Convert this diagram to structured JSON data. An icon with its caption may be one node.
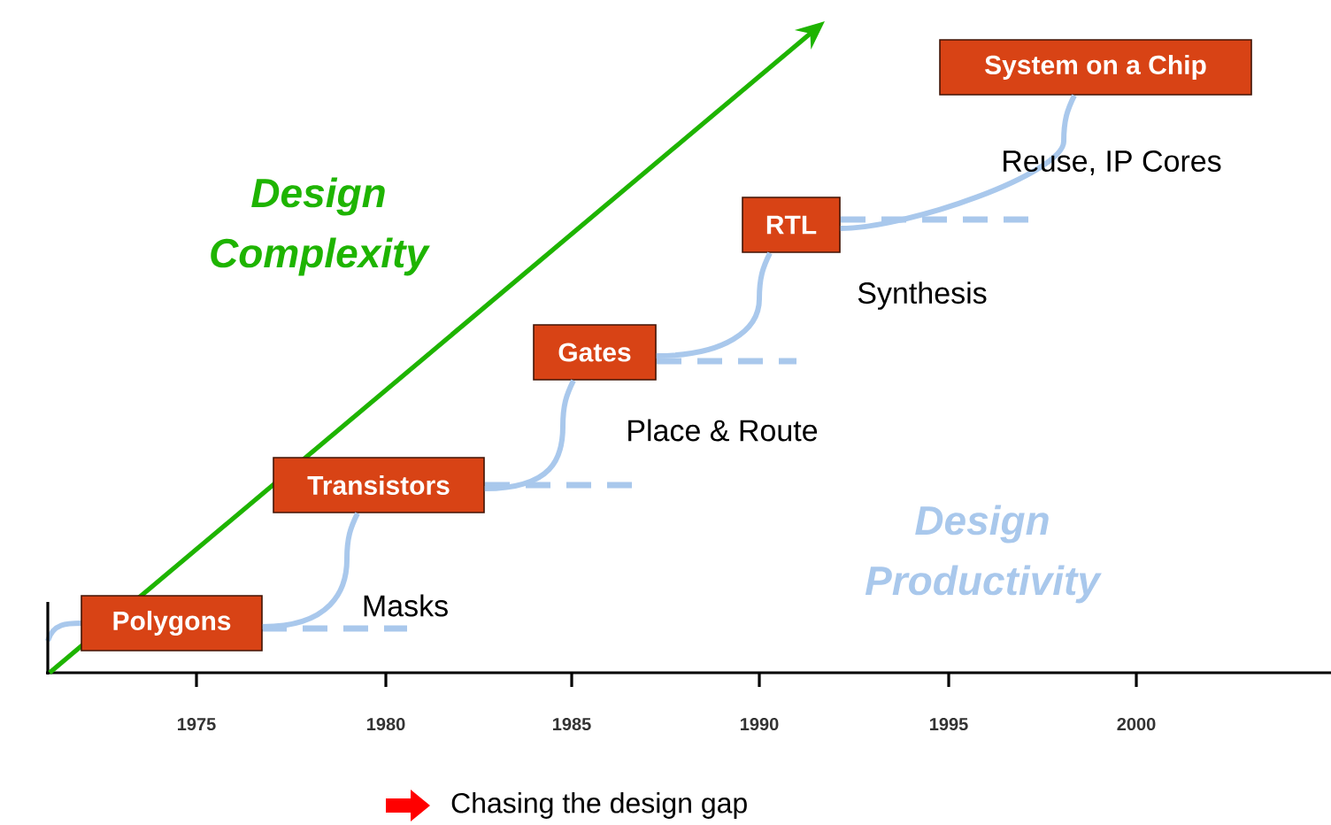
{
  "diagram": {
    "nodes": [
      {
        "text": [
          "Polygons"
        ]
      },
      {
        "text": [
          "Transistors"
        ]
      },
      {
        "text": [
          "Gates"
        ]
      },
      {
        "text": [
          "RTL"
        ]
      },
      {
        "text": [
          "System on a Chip"
        ]
      }
    ],
    "edges": [
      {
        "from": 0,
        "to": 1,
        "arrow": "none"
      },
      {
        "from": 1,
        "to": 2,
        "arrow": "none"
      },
      {
        "from": 2,
        "to": 3,
        "arrow": "none"
      },
      {
        "from": 3,
        "to": 4,
        "arrow": "none"
      }
    ],
    "labels": [
      "Design Complexity",
      "Reuse, IP Cores",
      "Synthesis",
      "Place & Route",
      "Design Productivity",
      "Masks",
      "1975",
      "1980",
      "1985",
      "1990",
      "1995",
      "2000"
    ],
    "legend": [
      {
        "text": "Chasing the design gap"
      }
    ]
  }
}
